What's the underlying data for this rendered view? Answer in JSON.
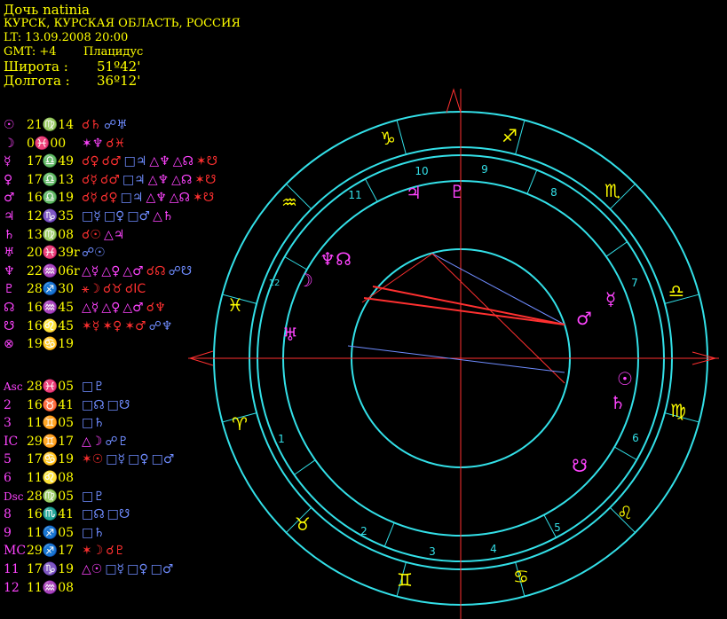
{
  "header": {
    "title": "Дочь natinia",
    "place": "КУРСК, КУРСКАЯ ОБЛАСТЬ, РОССИЯ",
    "lt": "LT: 13.09.2008  20:00",
    "gmt": "GMT: +4",
    "system": "Плацидус",
    "lat_label": "Широта :",
    "lat_value": "51º42'",
    "lon_label": "Долгота :",
    "lon_value": "36º12'"
  },
  "planets": [
    {
      "sym": "☉",
      "sym_color": "#ff44ff",
      "pos": "21♍14",
      "aspects": [
        [
          "☌♄",
          "#ff3030"
        ],
        [
          "☍♅",
          "#6f8cff"
        ]
      ]
    },
    {
      "sym": "☽",
      "sym_color": "#ff44ff",
      "pos": " 0♓00",
      "aspects": [
        [
          "✶♆",
          "#ff44ff"
        ],
        [
          "☌♓",
          "#ff3030"
        ]
      ]
    },
    {
      "sym": "☿",
      "sym_color": "#ff44ff",
      "pos": "17♎49",
      "aspects": [
        [
          "☌♀",
          "#ff3030"
        ],
        [
          "☌♂",
          "#ff3030"
        ],
        [
          "□♃",
          "#6f8cff"
        ],
        [
          "△♆",
          "#ff44ff"
        ],
        [
          "△☊",
          "#ff44ff"
        ],
        [
          "✶☋",
          "#ff3030"
        ]
      ]
    },
    {
      "sym": "♀",
      "sym_color": "#ff44ff",
      "pos": "17♎13",
      "aspects": [
        [
          "☌☿",
          "#ff3030"
        ],
        [
          "☌♂",
          "#ff3030"
        ],
        [
          "□♃",
          "#6f8cff"
        ],
        [
          "△♆",
          "#ff44ff"
        ],
        [
          "△☊",
          "#ff44ff"
        ],
        [
          "✶☋",
          "#ff3030"
        ]
      ]
    },
    {
      "sym": "♂",
      "sym_color": "#ff44ff",
      "pos": "16♎19",
      "aspects": [
        [
          "☌☿",
          "#ff3030"
        ],
        [
          "☌♀",
          "#ff3030"
        ],
        [
          "□♃",
          "#6f8cff"
        ],
        [
          "△♆",
          "#ff44ff"
        ],
        [
          "△☊",
          "#ff44ff"
        ],
        [
          "✶☋",
          "#ff3030"
        ]
      ]
    },
    {
      "sym": "♃",
      "sym_color": "#ff44ff",
      "pos": "12♑35",
      "aspects": [
        [
          "□☿",
          "#6f8cff"
        ],
        [
          "□♀",
          "#6f8cff"
        ],
        [
          "□♂",
          "#6f8cff"
        ],
        [
          "△♄",
          "#ff44ff"
        ]
      ]
    },
    {
      "sym": "♄",
      "sym_color": "#ff44ff",
      "pos": "13♍08",
      "aspects": [
        [
          "☌☉",
          "#ff3030"
        ],
        [
          "△♃",
          "#ff44ff"
        ]
      ]
    },
    {
      "sym": "♅",
      "sym_color": "#ff44ff",
      "pos": "20♓39r",
      "aspects": [
        [
          "☍☉",
          "#6f8cff"
        ]
      ]
    },
    {
      "sym": "♆",
      "sym_color": "#ff44ff",
      "pos": "22♒06r",
      "aspects": [
        [
          "△☿",
          "#ff44ff"
        ],
        [
          "△♀",
          "#ff44ff"
        ],
        [
          "△♂",
          "#ff44ff"
        ],
        [
          "☌☊",
          "#ff3030"
        ],
        [
          "☍☋",
          "#6f8cff"
        ]
      ]
    },
    {
      "sym": "♇",
      "sym_color": "#ff44ff",
      "pos": "28♐30",
      "aspects": [
        [
          "⚹☽",
          "#ff3030"
        ],
        [
          "☌♉",
          "#ff3030"
        ],
        [
          "☌IC",
          "#ff3030"
        ]
      ]
    },
    {
      "sym": "☊",
      "sym_color": "#ff44ff",
      "pos": "16♒45",
      "aspects": [
        [
          "△☿",
          "#ff44ff"
        ],
        [
          "△♀",
          "#ff44ff"
        ],
        [
          "△♂",
          "#ff44ff"
        ],
        [
          "☌♆",
          "#ff3030"
        ]
      ]
    },
    {
      "sym": "☋",
      "sym_color": "#ff44ff",
      "pos": "16♌45",
      "aspects": [
        [
          "✶☿",
          "#ff3030"
        ],
        [
          "✶♀",
          "#ff3030"
        ],
        [
          "✶♂",
          "#ff3030"
        ],
        [
          "☍♆",
          "#6f8cff"
        ]
      ]
    },
    {
      "sym": "⊗",
      "sym_color": "#ff44ff",
      "pos": "19♋19",
      "aspects": []
    }
  ],
  "houses": [
    {
      "label": "Asc",
      "pos": "28♓05",
      "aspects": [
        [
          "□♇",
          "#6f8cff"
        ]
      ]
    },
    {
      "label": "2",
      "pos": "16♉41",
      "aspects": [
        [
          "□☊",
          "#6f8cff"
        ],
        [
          "□☋",
          "#6f8cff"
        ]
      ]
    },
    {
      "label": "3",
      "pos": "11♊05",
      "aspects": [
        [
          "□♄",
          "#6f8cff"
        ]
      ]
    },
    {
      "label": "IC",
      "pos": "29♊17",
      "aspects": [
        [
          "△☽",
          "#ff44ff"
        ],
        [
          "☍♇",
          "#6f8cff"
        ]
      ]
    },
    {
      "label": "5",
      "pos": "17♋19",
      "aspects": [
        [
          "✶☉",
          "#ff3030"
        ],
        [
          "□☿",
          "#6f8cff"
        ],
        [
          "□♀",
          "#6f8cff"
        ],
        [
          "□♂",
          "#6f8cff"
        ]
      ]
    },
    {
      "label": "6",
      "pos": "11♌08",
      "aspects": []
    },
    {
      "label": "Dsc",
      "pos": "28♍05",
      "aspects": [
        [
          "□♇",
          "#6f8cff"
        ]
      ]
    },
    {
      "label": "8",
      "pos": "16♏41",
      "aspects": [
        [
          "□☊",
          "#6f8cff"
        ],
        [
          "□☋",
          "#6f8cff"
        ]
      ]
    },
    {
      "label": "9",
      "pos": "11♐05",
      "aspects": [
        [
          "□♄",
          "#6f8cff"
        ]
      ]
    },
    {
      "label": "MC",
      "pos": "29♐17",
      "aspects": [
        [
          "✶☽",
          "#ff3030"
        ],
        [
          "☌♇",
          "#ff3030"
        ]
      ]
    },
    {
      "label": "11",
      "pos": "17♑19",
      "aspects": [
        [
          "△☉",
          "#ff44ff"
        ],
        [
          "□☿",
          "#6f8cff"
        ],
        [
          "□♀",
          "#6f8cff"
        ],
        [
          "□♂",
          "#6f8cff"
        ]
      ]
    },
    {
      "label": "12",
      "pos": "11♒08",
      "aspects": []
    }
  ],
  "wheel": {
    "signs": [
      "♑",
      "♐",
      "♏",
      "♎",
      "♍",
      "♌",
      "♋",
      "♊",
      "♉",
      "♈",
      "♓",
      "♒"
    ],
    "house_numbers": [
      "10",
      "9",
      "8",
      "7",
      "6",
      "5",
      "4",
      "3",
      "2",
      "1",
      "12",
      "11"
    ],
    "planet_glyphs": [
      {
        "glyph": "♃",
        "color": "#ff44ff"
      },
      {
        "glyph": "♇",
        "color": "#ff44ff"
      },
      {
        "glyph": "♆☊",
        "color": "#ff44ff"
      },
      {
        "glyph": "☽",
        "color": "#ff44ff"
      },
      {
        "glyph": "♅",
        "color": "#ff44ff"
      },
      {
        "glyph": "☿",
        "color": "#ff44ff"
      },
      {
        "glyph": "♂",
        "color": "#ff44ff"
      },
      {
        "glyph": "☉",
        "color": "#ff44ff"
      },
      {
        "glyph": "♄",
        "color": "#ff44ff"
      },
      {
        "glyph": "☋",
        "color": "#ff44ff"
      }
    ],
    "ring_color": "#33e0e8",
    "axis_color": "#ff3030"
  }
}
